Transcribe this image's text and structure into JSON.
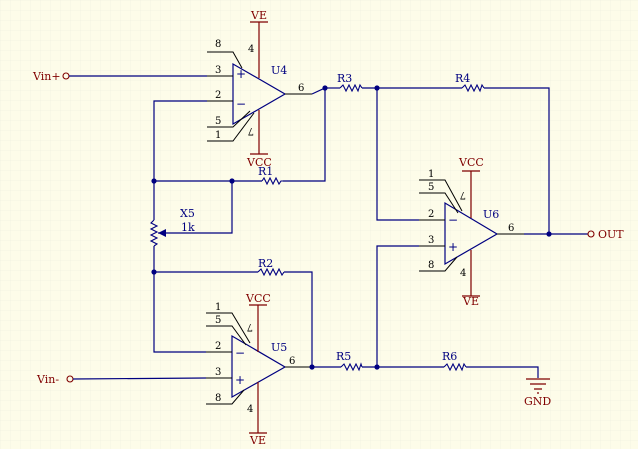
{
  "colors": {
    "background": "#fdfce9",
    "grid": "#ececdf",
    "wire": "#000080",
    "power": "#800000",
    "pin": "#000000"
  },
  "ports": {
    "vin_plus": "Vin+",
    "vin_minus": "Vin-",
    "out": "OUT"
  },
  "opamps": {
    "u4": {
      "ref": "U4",
      "pins": {
        "p8": "8",
        "p3": "3",
        "p2": "2",
        "p5": "5",
        "p1": "1",
        "p6": "6",
        "p4": "4",
        "p7": "7"
      },
      "plus": "+",
      "minus": "−",
      "top_rail": "VE",
      "bottom_rail": "VCC"
    },
    "u5": {
      "ref": "U5",
      "pins": {
        "p1": "1",
        "p5": "5",
        "p2": "2",
        "p3": "3",
        "p8": "8",
        "p6": "6",
        "p7": "7",
        "p4": "4"
      },
      "plus": "+",
      "minus": "−",
      "top_rail": "VCC",
      "bottom_rail": "VE"
    },
    "u6": {
      "ref": "U6",
      "pins": {
        "p1": "1",
        "p5": "5",
        "p2": "2",
        "p3": "3",
        "p8": "8",
        "p6": "6",
        "p7": "7",
        "p4": "4"
      },
      "plus": "+",
      "minus": "−",
      "top_rail": "VCC",
      "bottom_rail": "VE"
    }
  },
  "resistors": {
    "r1": "R1",
    "r2": "R2",
    "r3": "R3",
    "r4": "R4",
    "r5": "R5",
    "r6": "R6"
  },
  "potentiometer": {
    "ref": "X5",
    "value": "1k"
  },
  "ground": {
    "label": "GND"
  }
}
